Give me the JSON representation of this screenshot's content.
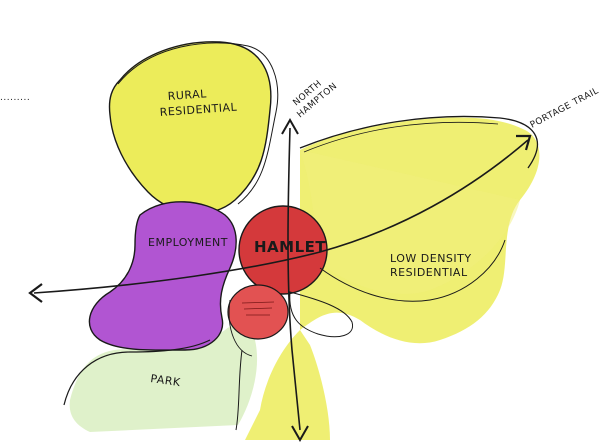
{
  "labels": {
    "rural_residential_line1": "RURAL",
    "rural_residential_line2": "RESIDENTIAL",
    "employment": "EMPLOYMENT",
    "hamlet": "HAMLET",
    "low_density_line1": "LOW DENSITY",
    "low_density_line2": "RESIDENTIAL",
    "park": "PARK",
    "north_hampton_line1": "NORTH",
    "north_hampton_line2": "HAMPTON",
    "portage_trail": "PORTAGE TRAIL"
  },
  "colors": {
    "yellow": "#ecec5a",
    "yellow_light": "#f2ef7e",
    "purple": "#b155d2",
    "red": "#d4393b",
    "red_light": "#e25252",
    "green": "#dcefc4",
    "ink": "#1a1a1a"
  }
}
